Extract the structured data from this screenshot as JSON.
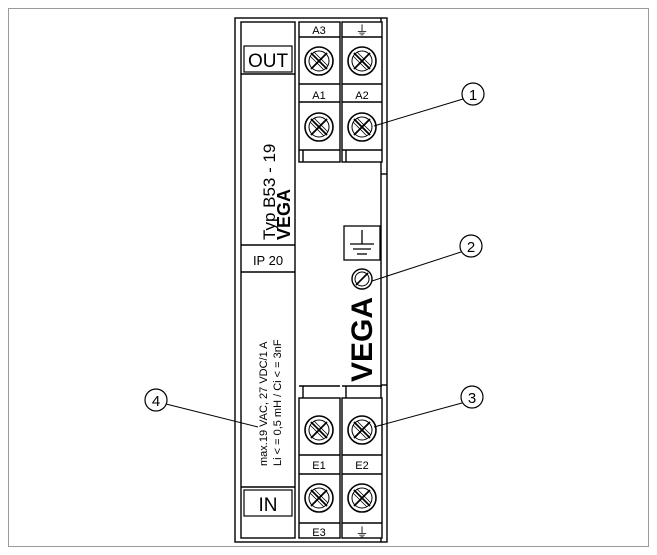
{
  "module": {
    "out_label": "OUT",
    "in_label": "IN",
    "type_label": "Typ B53 - 19",
    "brand": "VEGA",
    "ip_rating": "IP 20",
    "spec_line1": "max.19 VAC, 27 VDC/1 A",
    "spec_line2": "Li < = 0,5 mH / Ci < = 3nF"
  },
  "terminals": {
    "top": [
      {
        "label": "A3"
      },
      {
        "label": "⏚"
      },
      {
        "label": "A1"
      },
      {
        "label": "A2"
      }
    ],
    "bottom": [
      {
        "label": "E1"
      },
      {
        "label": "E2"
      },
      {
        "label": "E3"
      },
      {
        "label": "⏚"
      }
    ]
  },
  "callouts": [
    {
      "number": "1"
    },
    {
      "number": "2"
    },
    {
      "number": "3"
    },
    {
      "number": "4"
    }
  ]
}
